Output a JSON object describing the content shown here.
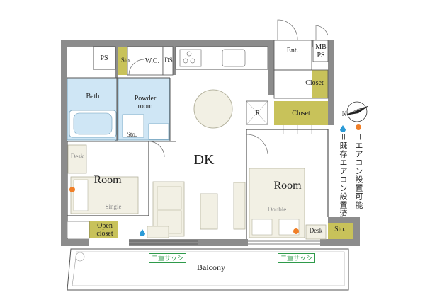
{
  "rooms": {
    "ps_left": "PS",
    "sto_wc": "Sto.",
    "wc": "W.C.",
    "ds": "DS",
    "ent": "Ent.",
    "mbps_line1": "MB",
    "mbps_line2": "PS",
    "bath": "Bath",
    "powder_line1": "Powder",
    "powder_line2": "room",
    "sto_powder": "Sto.",
    "closet_right_top": "Closet",
    "closet_right_mid": "Closet",
    "r_box": "R",
    "dk": "DK",
    "desk_left": "Desk",
    "room_left": "Room",
    "single_bed": "Single",
    "room_right": "Room",
    "double_bed": "Double",
    "desk_right": "Desk",
    "sto_right": "Sto.",
    "open_closet_line1": "Open",
    "open_closet_line2": "closet",
    "balcony": "Balcony",
    "sash_left": "二重サッシ",
    "sash_right": "二重サッシ"
  },
  "legend": {
    "ac_possible": "＝エアコン設置可能",
    "ac_installed": "＝既存エアコン設置済"
  },
  "compass": "N",
  "colors": {
    "wall": "#8c8c8c",
    "wet_area": "#cfe6f5",
    "closet": "#c8c25a",
    "furniture": "#f2f0e4",
    "furniture_line": "#b5b39e",
    "ac_possible_dot": "#f07f28",
    "ac_installed_mark": "#2a9ad6",
    "sash_green": "#2e9a4a"
  }
}
